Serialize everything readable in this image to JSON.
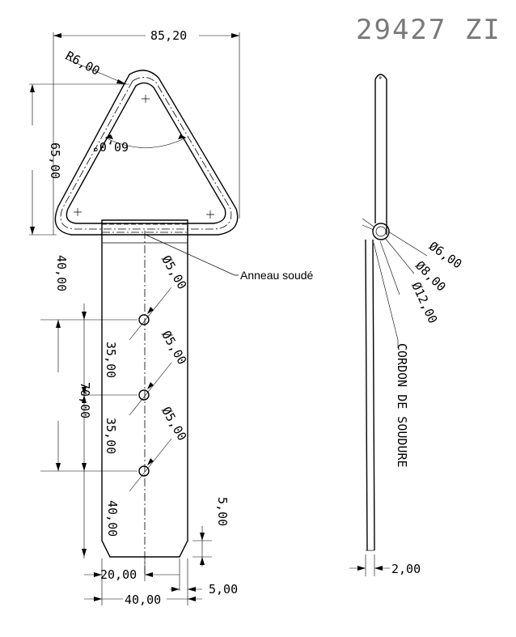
{
  "title": "29427 ZI",
  "label_ring": "Anneau soudé",
  "label_weld": "CORDON DE SOUDURE",
  "dims": {
    "width_total": "85,20",
    "radius": "R6,00",
    "angle": "60,0°",
    "height_triangle": "65,00",
    "d40_top": "40,00",
    "hole_dia_1": "Ø5,00",
    "hole_dia_2": "Ø5,00",
    "hole_dia_3": "Ø5,00",
    "pitch_1": "35,00",
    "pitch_2": "35,00",
    "span": "70,00",
    "d40_bottom": "40,00",
    "chamfer_v": "5,00",
    "bottom_20": "20,00",
    "chamfer_h": "5,00",
    "width_40": "40,00",
    "thickness": "2,00",
    "dia_6": "Ø6,00",
    "dia_8": "Ø8,00",
    "dia_12": "Ø12,00"
  }
}
